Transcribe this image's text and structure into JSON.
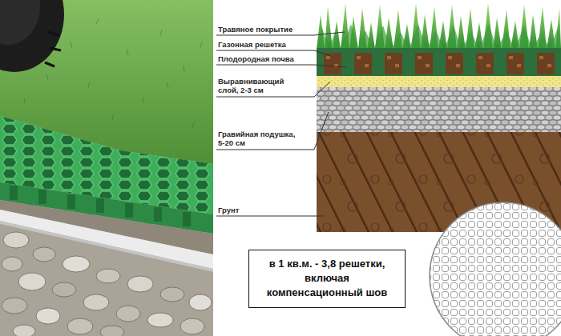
{
  "diagram": {
    "nodes": [
      {
        "text": [
          "в 1 кв.м. - 3,8 решетки, включая компенсационный шов"
        ]
      }
    ],
    "labels": [
      "Травяное покрытие",
      "Газонная решетка",
      "Плодородная почва",
      "Выравнивающий слой, 2-3 см",
      "Гравийная подушка, 5-20 см",
      "Грунт"
    ]
  }
}
